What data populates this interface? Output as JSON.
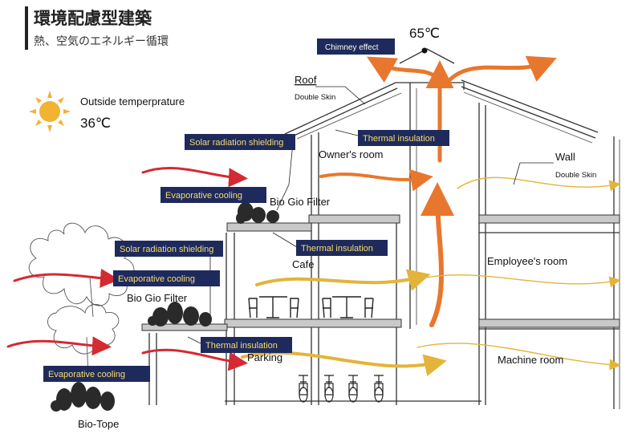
{
  "header": {
    "title": "環境配慮型建築",
    "subtitle": "熱、空気のエネルギー循環"
  },
  "weather": {
    "label": "Outside temperprature",
    "temperature": "36℃",
    "icon": "sun-icon"
  },
  "roof_top": {
    "temperature": "65℃",
    "chimney_effect": "Chimney effect"
  },
  "labels": {
    "roof": "Roof",
    "roof_sub": "Double Skin",
    "wall": "Wall",
    "wall_sub": "Double Skin",
    "owners_room": "Owner's room",
    "cafe": "Cafe",
    "parking": "Parking",
    "employees_room": "Employee's room",
    "machine_room": "Machine room",
    "bio_gio_filter_upper": "Bio Gio Filter",
    "bio_gio_filter_lower": "Bio Gio Filter",
    "bio_tope": "Bio-Tope"
  },
  "tags": {
    "thermal_roof": "Thermal insulation",
    "solar_shield_upper": "Solar radiation shielding",
    "evap_upper": "Evaporative cooling",
    "thermal_upper": "Thermal insulation",
    "solar_shield_lower": "Solar radiation shielding",
    "evap_middle": "Evaporative cooling",
    "thermal_lower": "Thermal insulation",
    "evap_lower": "Evaporative cooling"
  },
  "colors": {
    "tag_background": "#1f2a5c",
    "tag_text": "#f6dd6a",
    "hot_air": "#e8772e",
    "warm_air": "#e4b43a",
    "cool_air": "#d42a32",
    "sun": "#f2b233"
  }
}
